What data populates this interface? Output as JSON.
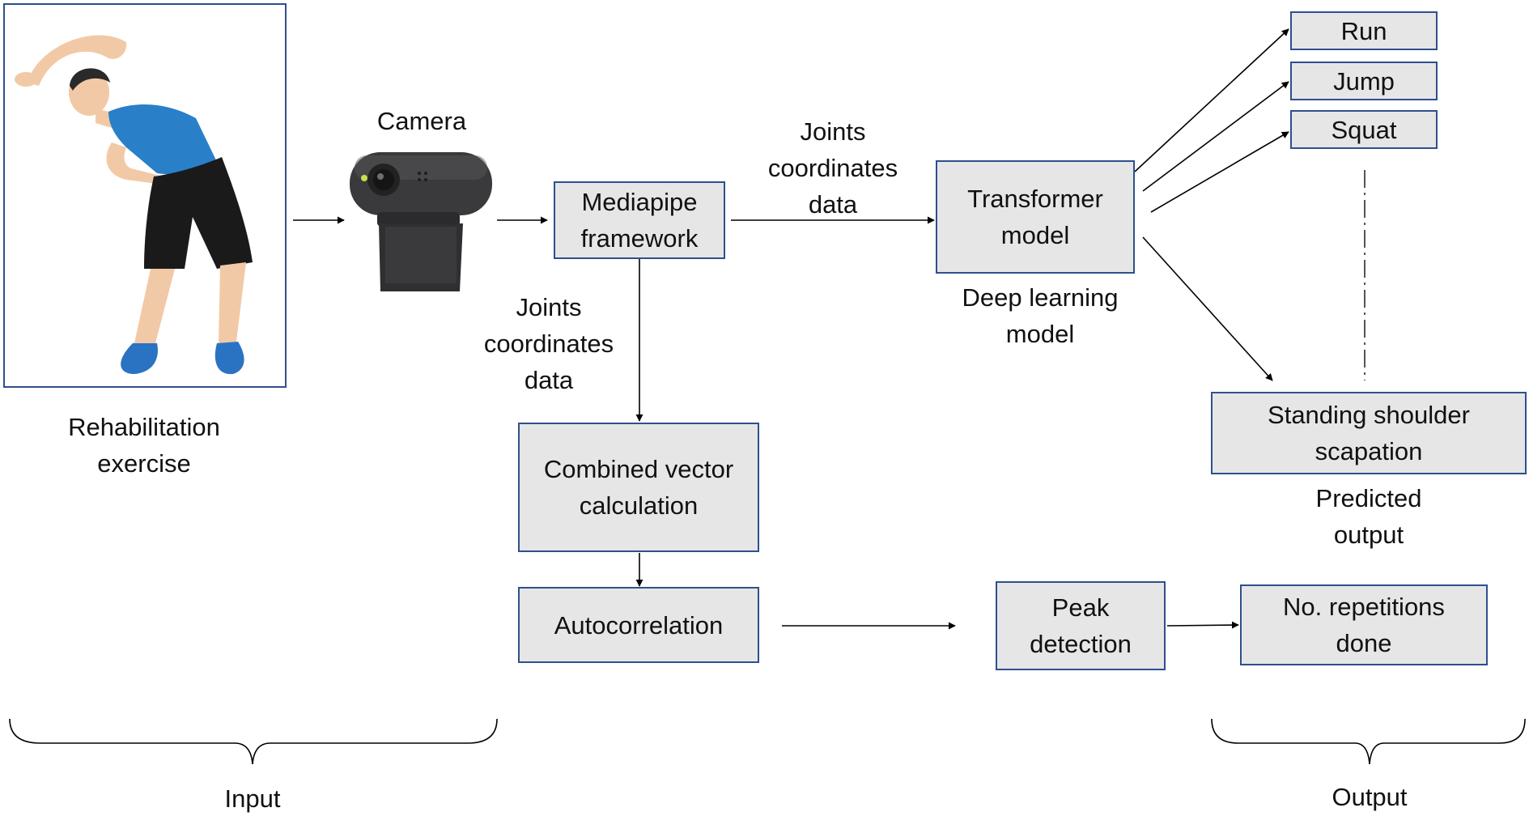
{
  "input": {
    "image": "person-side-stretch-illustration",
    "caption": [
      "Rehabilitation",
      "exercise"
    ],
    "bracket_label": "Input"
  },
  "camera": {
    "image": "webcam-icon",
    "label": "Camera"
  },
  "mediapipe": [
    "Mediapipe",
    "framework"
  ],
  "joints_top": [
    "Joints",
    "coordinates",
    "data"
  ],
  "joints_left": [
    "Joints",
    "coordinates",
    "data"
  ],
  "transformer": [
    "Transformer",
    "model"
  ],
  "deep_learning": [
    "Deep learning",
    "model"
  ],
  "combined": [
    "Combined vector",
    "calculation"
  ],
  "autocorrelation": "Autocorrelation",
  "peak": [
    "Peak",
    "detection"
  ],
  "outputs": {
    "run": "Run",
    "jump": "Jump",
    "squat": "Squat"
  },
  "standing": [
    "Standing shoulder",
    "scapation"
  ],
  "predicted": [
    "Predicted",
    "output"
  ],
  "repetitions": [
    "No. repetitions",
    "done"
  ],
  "output_label": "Output",
  "colors": {
    "box_fill": "#e6e6e6",
    "box_border": "#2f4f8f",
    "shirt": "#2a7fc9",
    "shorts": "#1a1a1a",
    "skin": "#f2c9a6",
    "shoes": "#2a73c2"
  }
}
